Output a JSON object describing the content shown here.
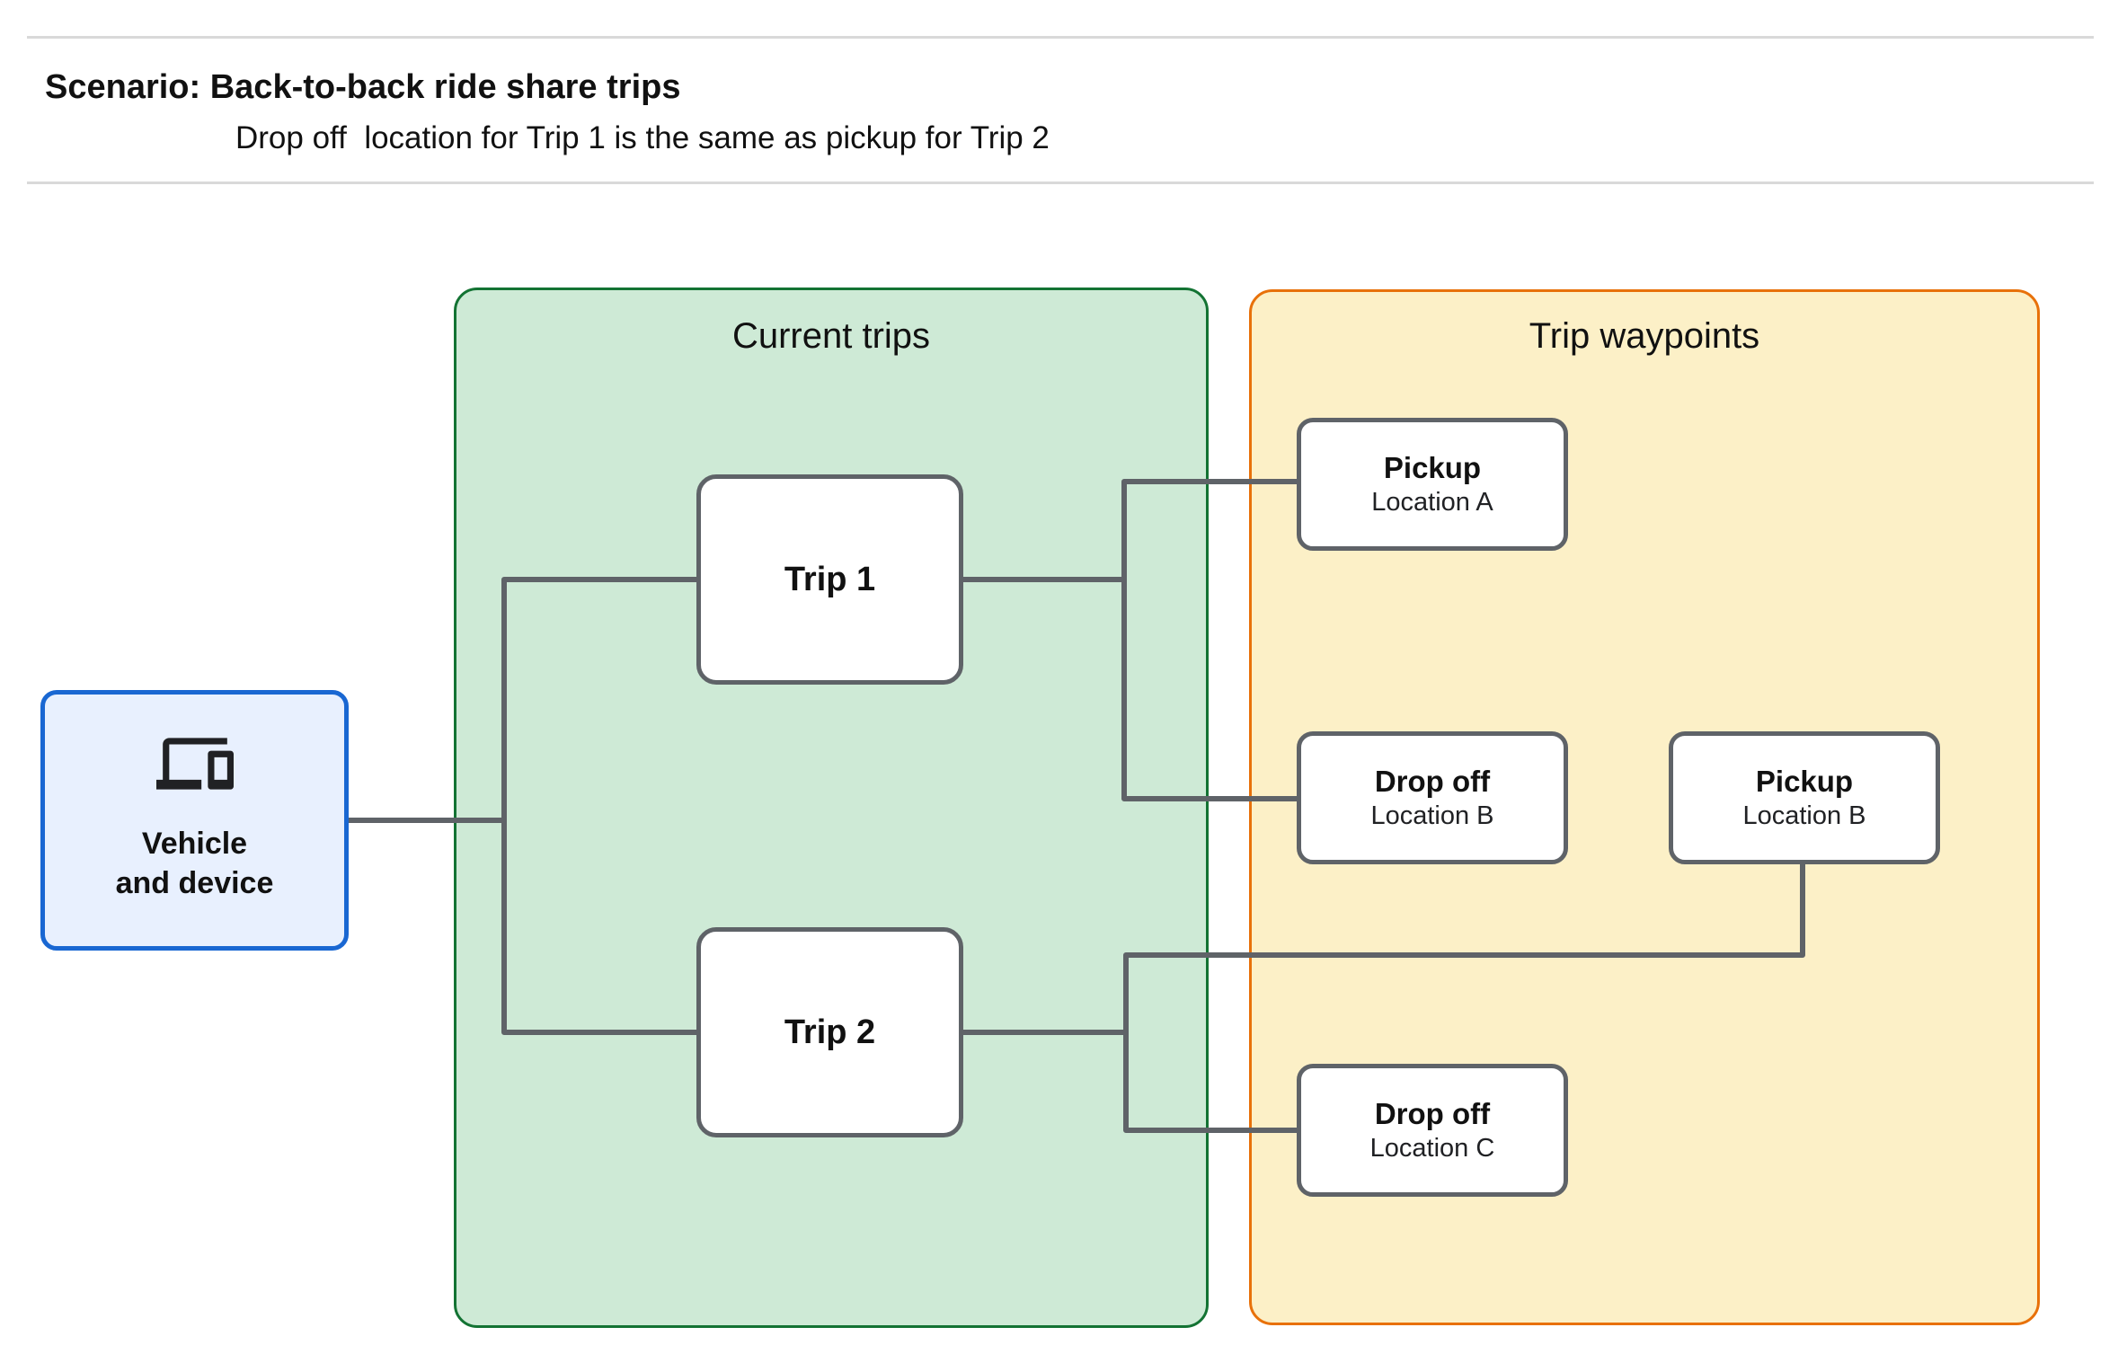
{
  "header": {
    "title": "Scenario: Back-to-back ride share trips",
    "subtitle": "Drop off  location for Trip 1 is the same as pickup for Trip 2"
  },
  "diagram": {
    "vehicle": {
      "icon": "devices-icon",
      "label_line1": "Vehicle",
      "label_line2": "and device"
    },
    "panels": {
      "current_trips": {
        "title": "Current trips"
      },
      "trip_waypoints": {
        "title": "Trip waypoints"
      }
    },
    "trips": [
      {
        "label": "Trip 1"
      },
      {
        "label": "Trip 2"
      }
    ],
    "waypoints": [
      {
        "type": "Pickup",
        "location": "Location A"
      },
      {
        "type": "Drop off",
        "location": "Location B"
      },
      {
        "type": "Pickup",
        "location": "Location B"
      },
      {
        "type": "Drop off",
        "location": "Location C"
      }
    ],
    "colors": {
      "current_trips_fill": "#CEEAD6",
      "current_trips_border": "#137333",
      "waypoints_fill": "#FCF0C7",
      "waypoints_border": "#E8710A",
      "vehicle_fill": "#E8F0FE",
      "vehicle_border": "#1967D2",
      "connector": "#5F6368",
      "node_border": "#5F6368",
      "divider": "#D9D9D9",
      "text": "#202124"
    }
  }
}
